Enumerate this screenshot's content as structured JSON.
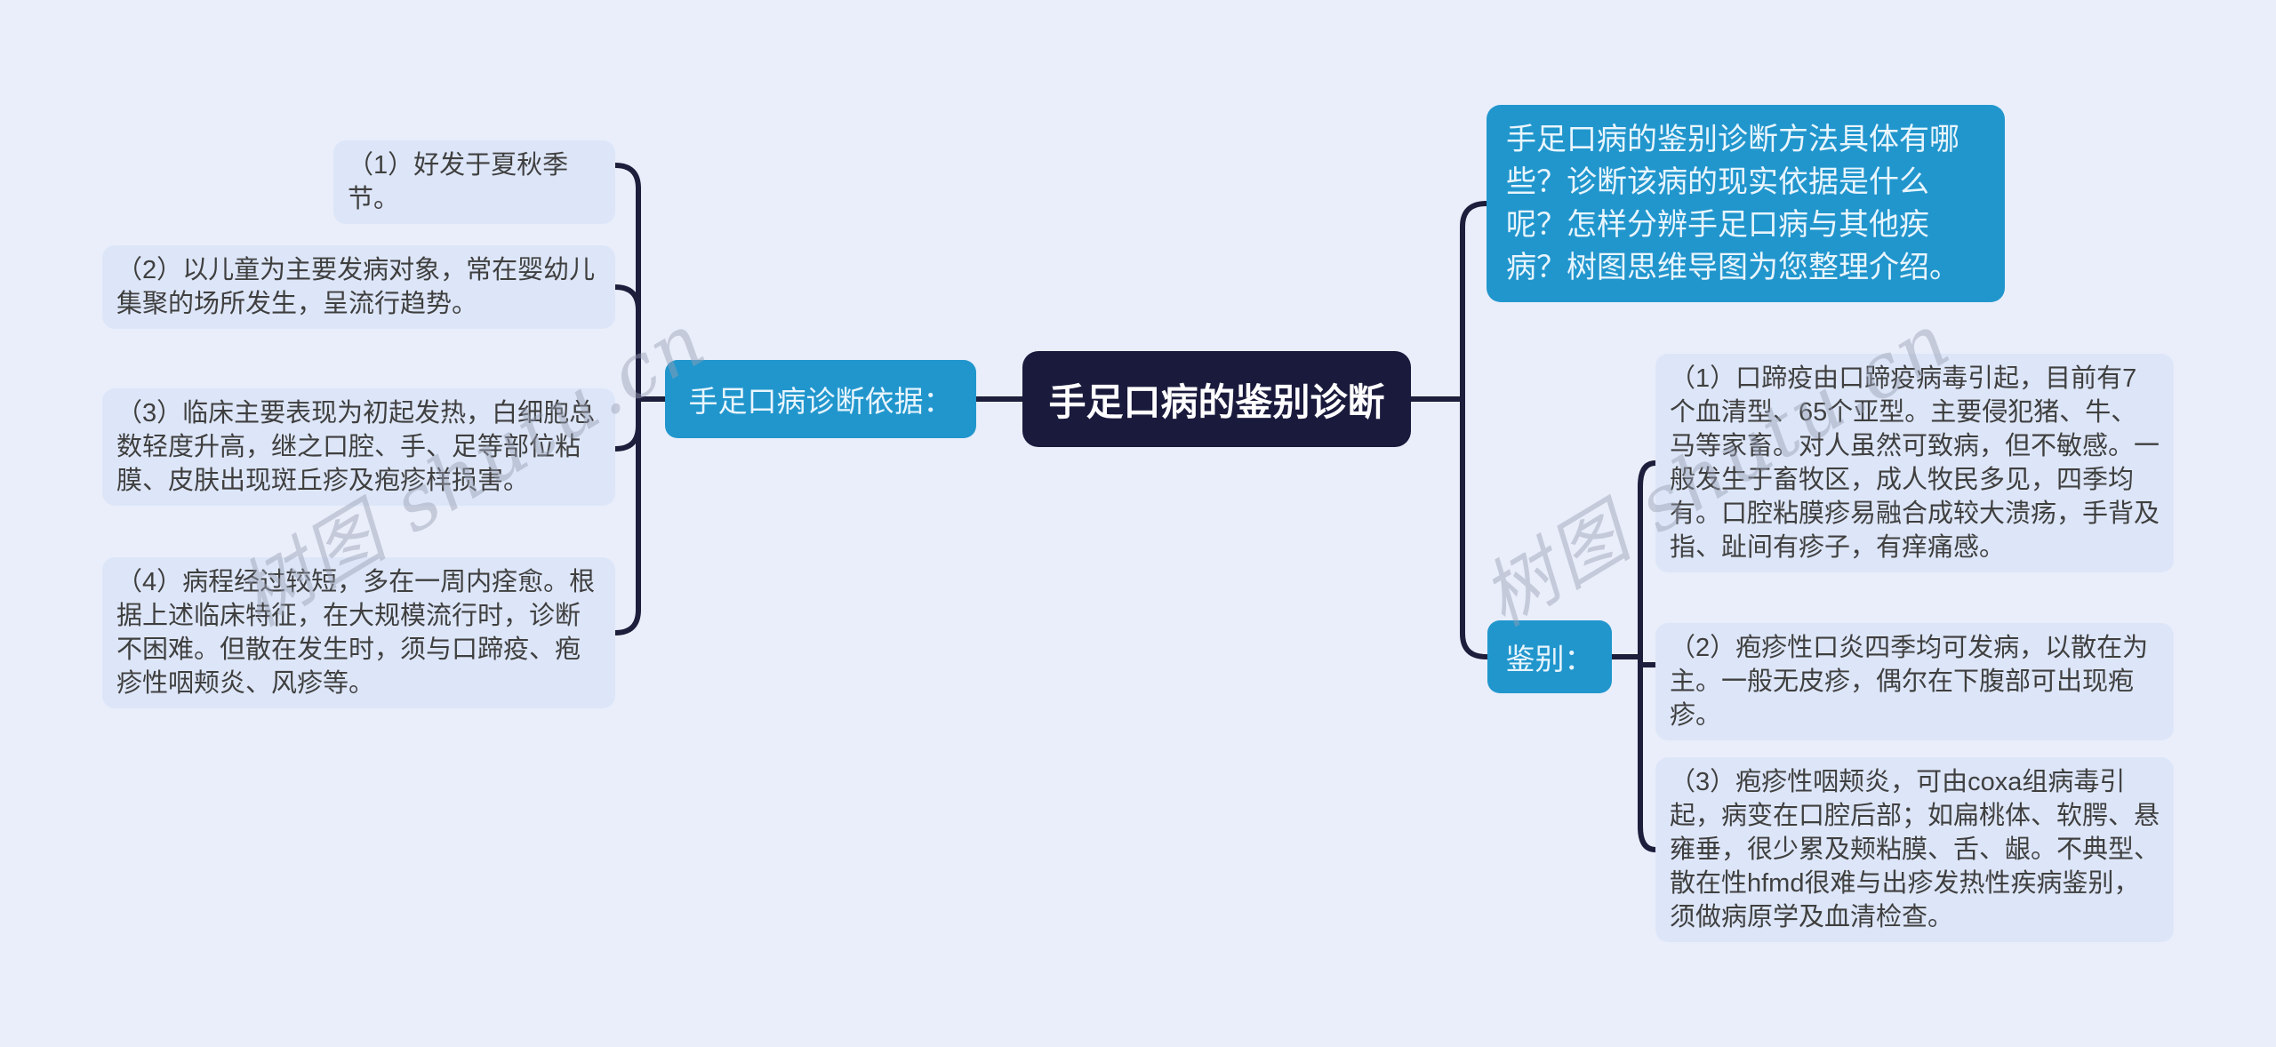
{
  "watermark": {
    "text": "树图 shutu.cn"
  },
  "root": {
    "label": "手足口病的鉴别诊断"
  },
  "intro_note": {
    "text": "手足口病的鉴别诊断方法具体有哪些？诊断该病的现实依据是什么呢？怎样分辨手足口病与其他疾病？树图思维导图为您整理介绍。"
  },
  "left_branch": {
    "label": "手足口病诊断依据：",
    "items": [
      {
        "text": "（1）好发于夏秋季节。"
      },
      {
        "text": "（2）以儿童为主要发病对象，常在婴幼儿集聚的场所发生，呈流行趋势。"
      },
      {
        "text": "（3）临床主要表现为初起发热，白细胞总数轻度升高，继之口腔、手、足等部位粘膜、皮肤出现斑丘疹及疱疹样损害。"
      },
      {
        "text": "（4）病程经过较短，多在一周内痊愈。根据上述临床特征，在大规模流行时，诊断不困难。但散在发生时，须与口蹄疫、疱疹性咽颊炎、风疹等。"
      }
    ]
  },
  "right_branch": {
    "label": "鉴别：",
    "items": [
      {
        "text": "（1）口蹄疫由口蹄疫病毒引起，目前有7个血清型、65个亚型。主要侵犯猪、牛、马等家畜。对人虽然可致病，但不敏感。一般发生于畜牧区，成人牧民多见，四季均有。口腔粘膜疹易融合成较大溃疡，手背及指、趾间有疹子，有痒痛感。"
      },
      {
        "text": "（2）疱疹性口炎四季均可发病，以散在为主。一般无皮疹，偶尔在下腹部可出现疱疹。"
      },
      {
        "text": "（3）疱疹性咽颊炎，可由coxa组病毒引起，病变在口腔后部；如扁桃体、软腭、悬雍垂，很少累及颊粘膜、舌、龈。不典型、散在性hfmd很难与出疹发热性疾病鉴别，须做病原学及血清检查。"
      }
    ]
  },
  "colors": {
    "background": "#e9eefa",
    "node-accent": "#2196cd",
    "root-bg": "#1a1a3d",
    "item-bg": "#dde6f8",
    "line": "#1d1d3c",
    "item-text": "#3f3f3f",
    "node-text": "#e8f5fd",
    "root-text": "#ffffff",
    "watermark-color": "#98a0b4"
  }
}
